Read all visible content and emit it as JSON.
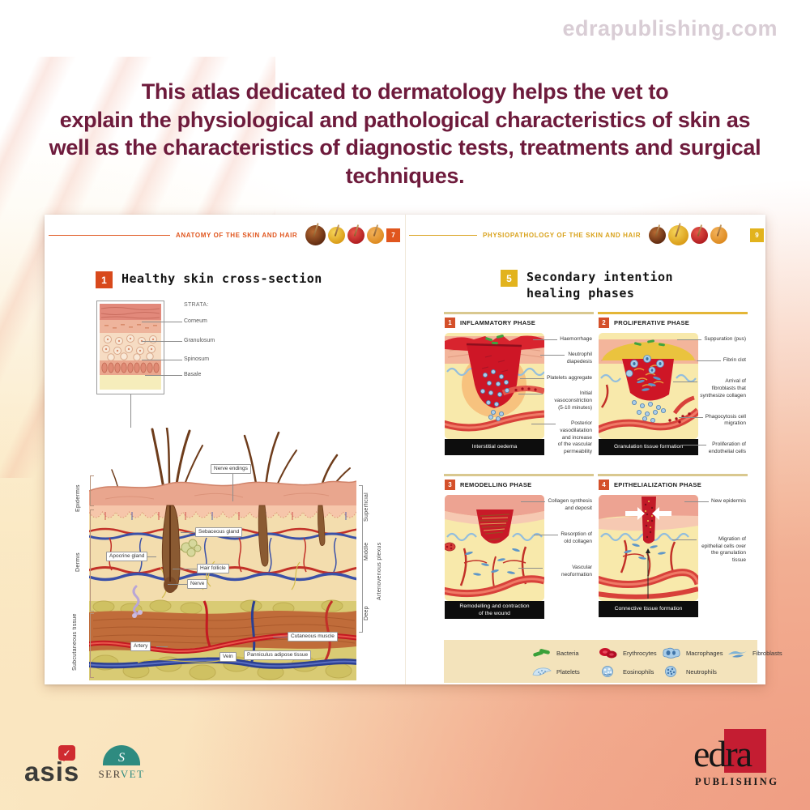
{
  "site_url": "edrapublishing.com",
  "headline_lines": [
    "This atlas dedicated to dermatology helps the vet to",
    "explain the physiological and pathological characteristics of skin as",
    "well as the characteristics of diagnostic tests, treatments and surgical",
    "techniques."
  ],
  "left_page": {
    "header": "ANATOMY OF THE SKIN AND HAIR",
    "page_number": "7",
    "section_number": "1",
    "section_title": "Healthy skin cross-section",
    "strata_heading": "STRATA:",
    "strata_labels": [
      "Corneum",
      "Granulosum",
      "Spinosum",
      "Basale"
    ],
    "tissue_labels": [
      "Epidermis",
      "Dermis",
      "Subcutaneous tissue"
    ],
    "depth_labels": [
      "Superficial",
      "Middle",
      "Deep"
    ],
    "plexus_label": "Arteriovenous plexus",
    "part_labels": [
      "Nerve endings",
      "Sebaceous gland",
      "Apocrine gland",
      "Hair follicle",
      "Nerve",
      "Artery",
      "Vein",
      "Panniculus adipose tissue",
      "Cutaneous muscle"
    ]
  },
  "right_page": {
    "header": "PHYSIOPATHOLOGY OF THE SKIN AND HAIR",
    "page_number": "9",
    "section_number": "5",
    "section_title_line1": "Secondary intention",
    "section_title_line2": "healing phases",
    "phases": [
      {
        "number": "1",
        "title": "INFLAMMATORY PHASE",
        "caption": "Interstitial oedema",
        "labels": [
          "Haemorrhage",
          "Neutrophil\ndiapedesis",
          "Platelets aggregate",
          "Initial vasoconstriction\n(5-10 minutes)",
          "Posterior\nvasodilatation\nand increase\nof the vascular\npermeability"
        ]
      },
      {
        "number": "2",
        "title": "PROLIFERATIVE PHASE",
        "caption": "Granulation tissue formation",
        "labels": [
          "Suppuration (pus)",
          "Fibrin clot",
          "Arrival of\nfibroblasts that\nsynthesize collagen",
          "Phagocytosis cell\nmigration",
          "Proliferation of\nendothelial cells"
        ]
      },
      {
        "number": "3",
        "title": "REMODELLING PHASE",
        "caption": "Remodelling and contraction\nof the wound",
        "labels": [
          "Collagen synthesis\nand deposit",
          "Resorption of\nold collagen",
          "Vascular neoformation"
        ]
      },
      {
        "number": "4",
        "title": "EPITHELIALIZATION PHASE",
        "caption": "Connective tissue formation",
        "labels": [
          "New epidermis",
          "Migration of\nepithelial cells over\nthe granulation tissue"
        ]
      }
    ],
    "legend_items": [
      "Bacteria",
      "Erythrocytes",
      "Macrophages",
      "Fibroblasts",
      "Platelets",
      "Eosinophils",
      "Neutrophils"
    ]
  },
  "footer": {
    "asis_label": "asis",
    "asis_check": "✓",
    "servet_monogram": "S",
    "servet_ser": "SER",
    "servet_vet": "VET",
    "edra_label": "edra",
    "edra_publishing": "PUBLISHING"
  },
  "colors": {
    "headline": "#6e1b3c",
    "anatomy_accent": "#e0561e",
    "physio_accent": "#d9a21b",
    "phase_number_bg": "#d4502a",
    "edra_red": "#c41d32",
    "legend_bg": "#f3e3bb"
  }
}
